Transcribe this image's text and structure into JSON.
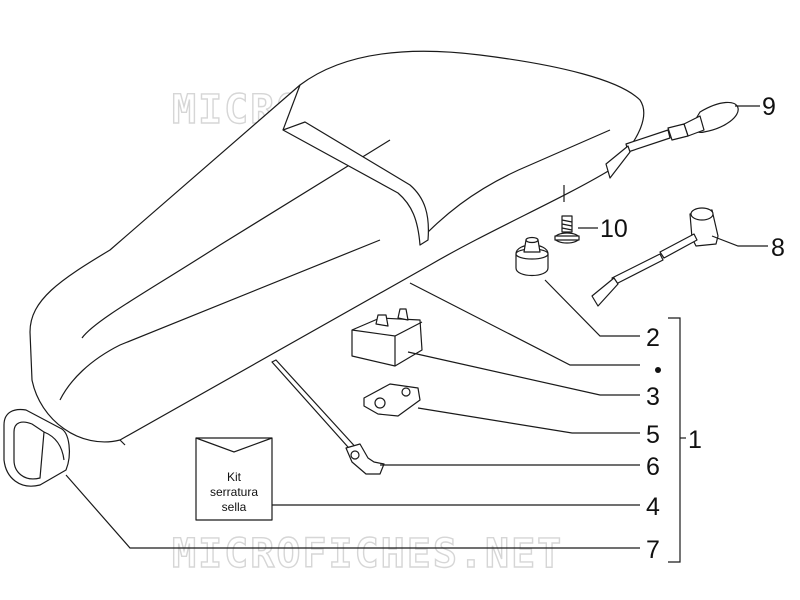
{
  "watermark": "MICROFICHES.NET",
  "kit_label": {
    "line1": "Kit",
    "line2": "serratura",
    "line3": "sella"
  },
  "callouts": {
    "c1": "1",
    "c2": "2",
    "c3": "3",
    "c4": "4",
    "c5": "5",
    "c6": "6",
    "c7": "7",
    "c8": "8",
    "c9": "9",
    "c10": "10"
  }
}
